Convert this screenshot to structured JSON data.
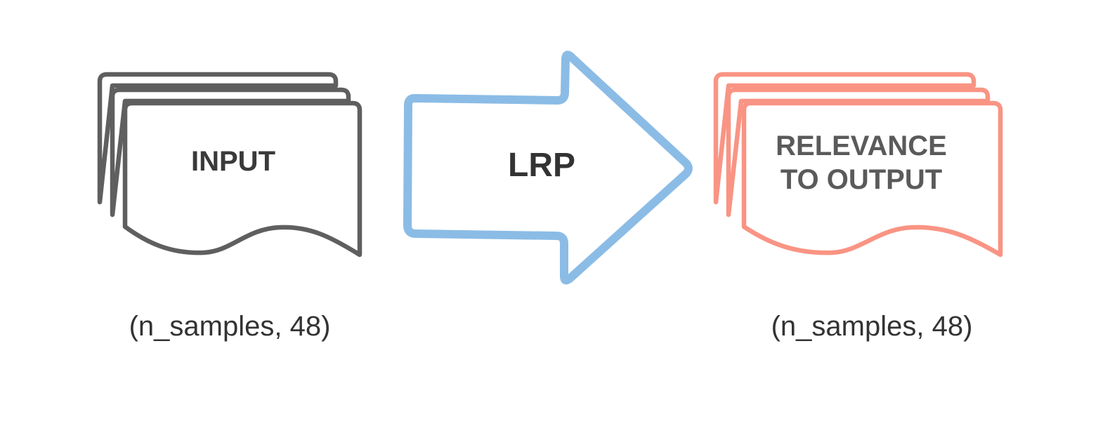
{
  "colors": {
    "input_stroke": "#5f5f5f",
    "input_text": "#3a3a3a",
    "arrow_stroke": "#8bbce6",
    "arrow_text": "#333333",
    "output_stroke": "#f99484",
    "output_text": "#5a5a5a",
    "shape_text": "#333333"
  },
  "input": {
    "label": "INPUT",
    "shape": "(n_samples, 48)"
  },
  "arrow": {
    "label": "LRP"
  },
  "output": {
    "label_line1": "RELEVANCE",
    "label_line2": "TO OUTPUT",
    "shape": "(n_samples, 48)"
  }
}
